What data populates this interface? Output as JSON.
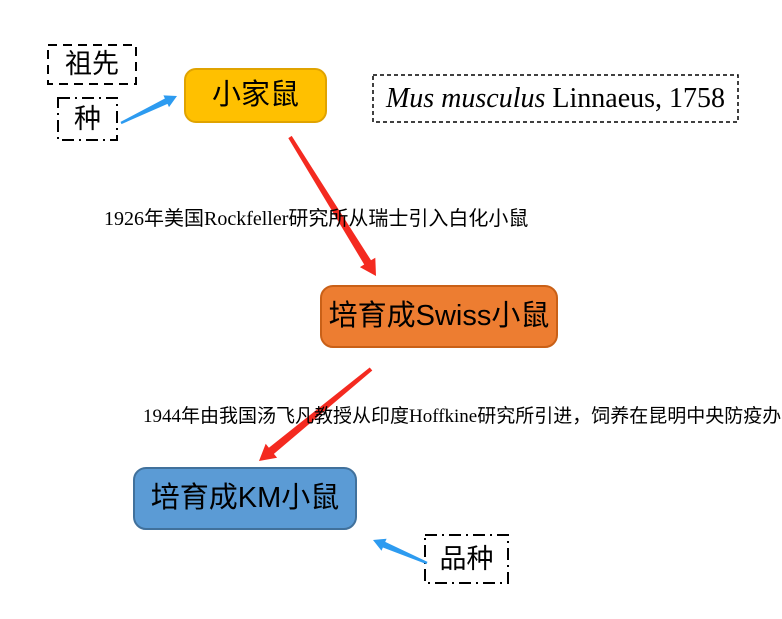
{
  "labels": {
    "ancestor": "祖先",
    "species": "种",
    "breed": "品种"
  },
  "nodes": {
    "house_mouse": "小家鼠",
    "swiss_mouse": "培育成Swiss小鼠",
    "km_mouse": "培育成KM小鼠"
  },
  "scientific_name": {
    "italic": "Mus musculus",
    "rest": " Linnaeus, 1758"
  },
  "annotations": {
    "a1926": "1926年美国Rockfeller研究所从瑞士引入白化小鼠",
    "a1944": "1944年由我国汤飞凡教授从印度Hoffkine研究所引进，饲养在昆明中央防疫办"
  },
  "colors": {
    "node_yellow": "#FFC000",
    "node_yellow_border": "#E0A300",
    "node_orange": "#ED7D31",
    "node_orange_border": "#C96017",
    "node_blue": "#5B9BD5",
    "node_blue_border": "#41719C",
    "arrow_red": "#F42A20",
    "arrow_blue": "#2D9BF0",
    "dashed_box_border": "#000000",
    "text": "#000000",
    "background": "#FFFFFF"
  }
}
